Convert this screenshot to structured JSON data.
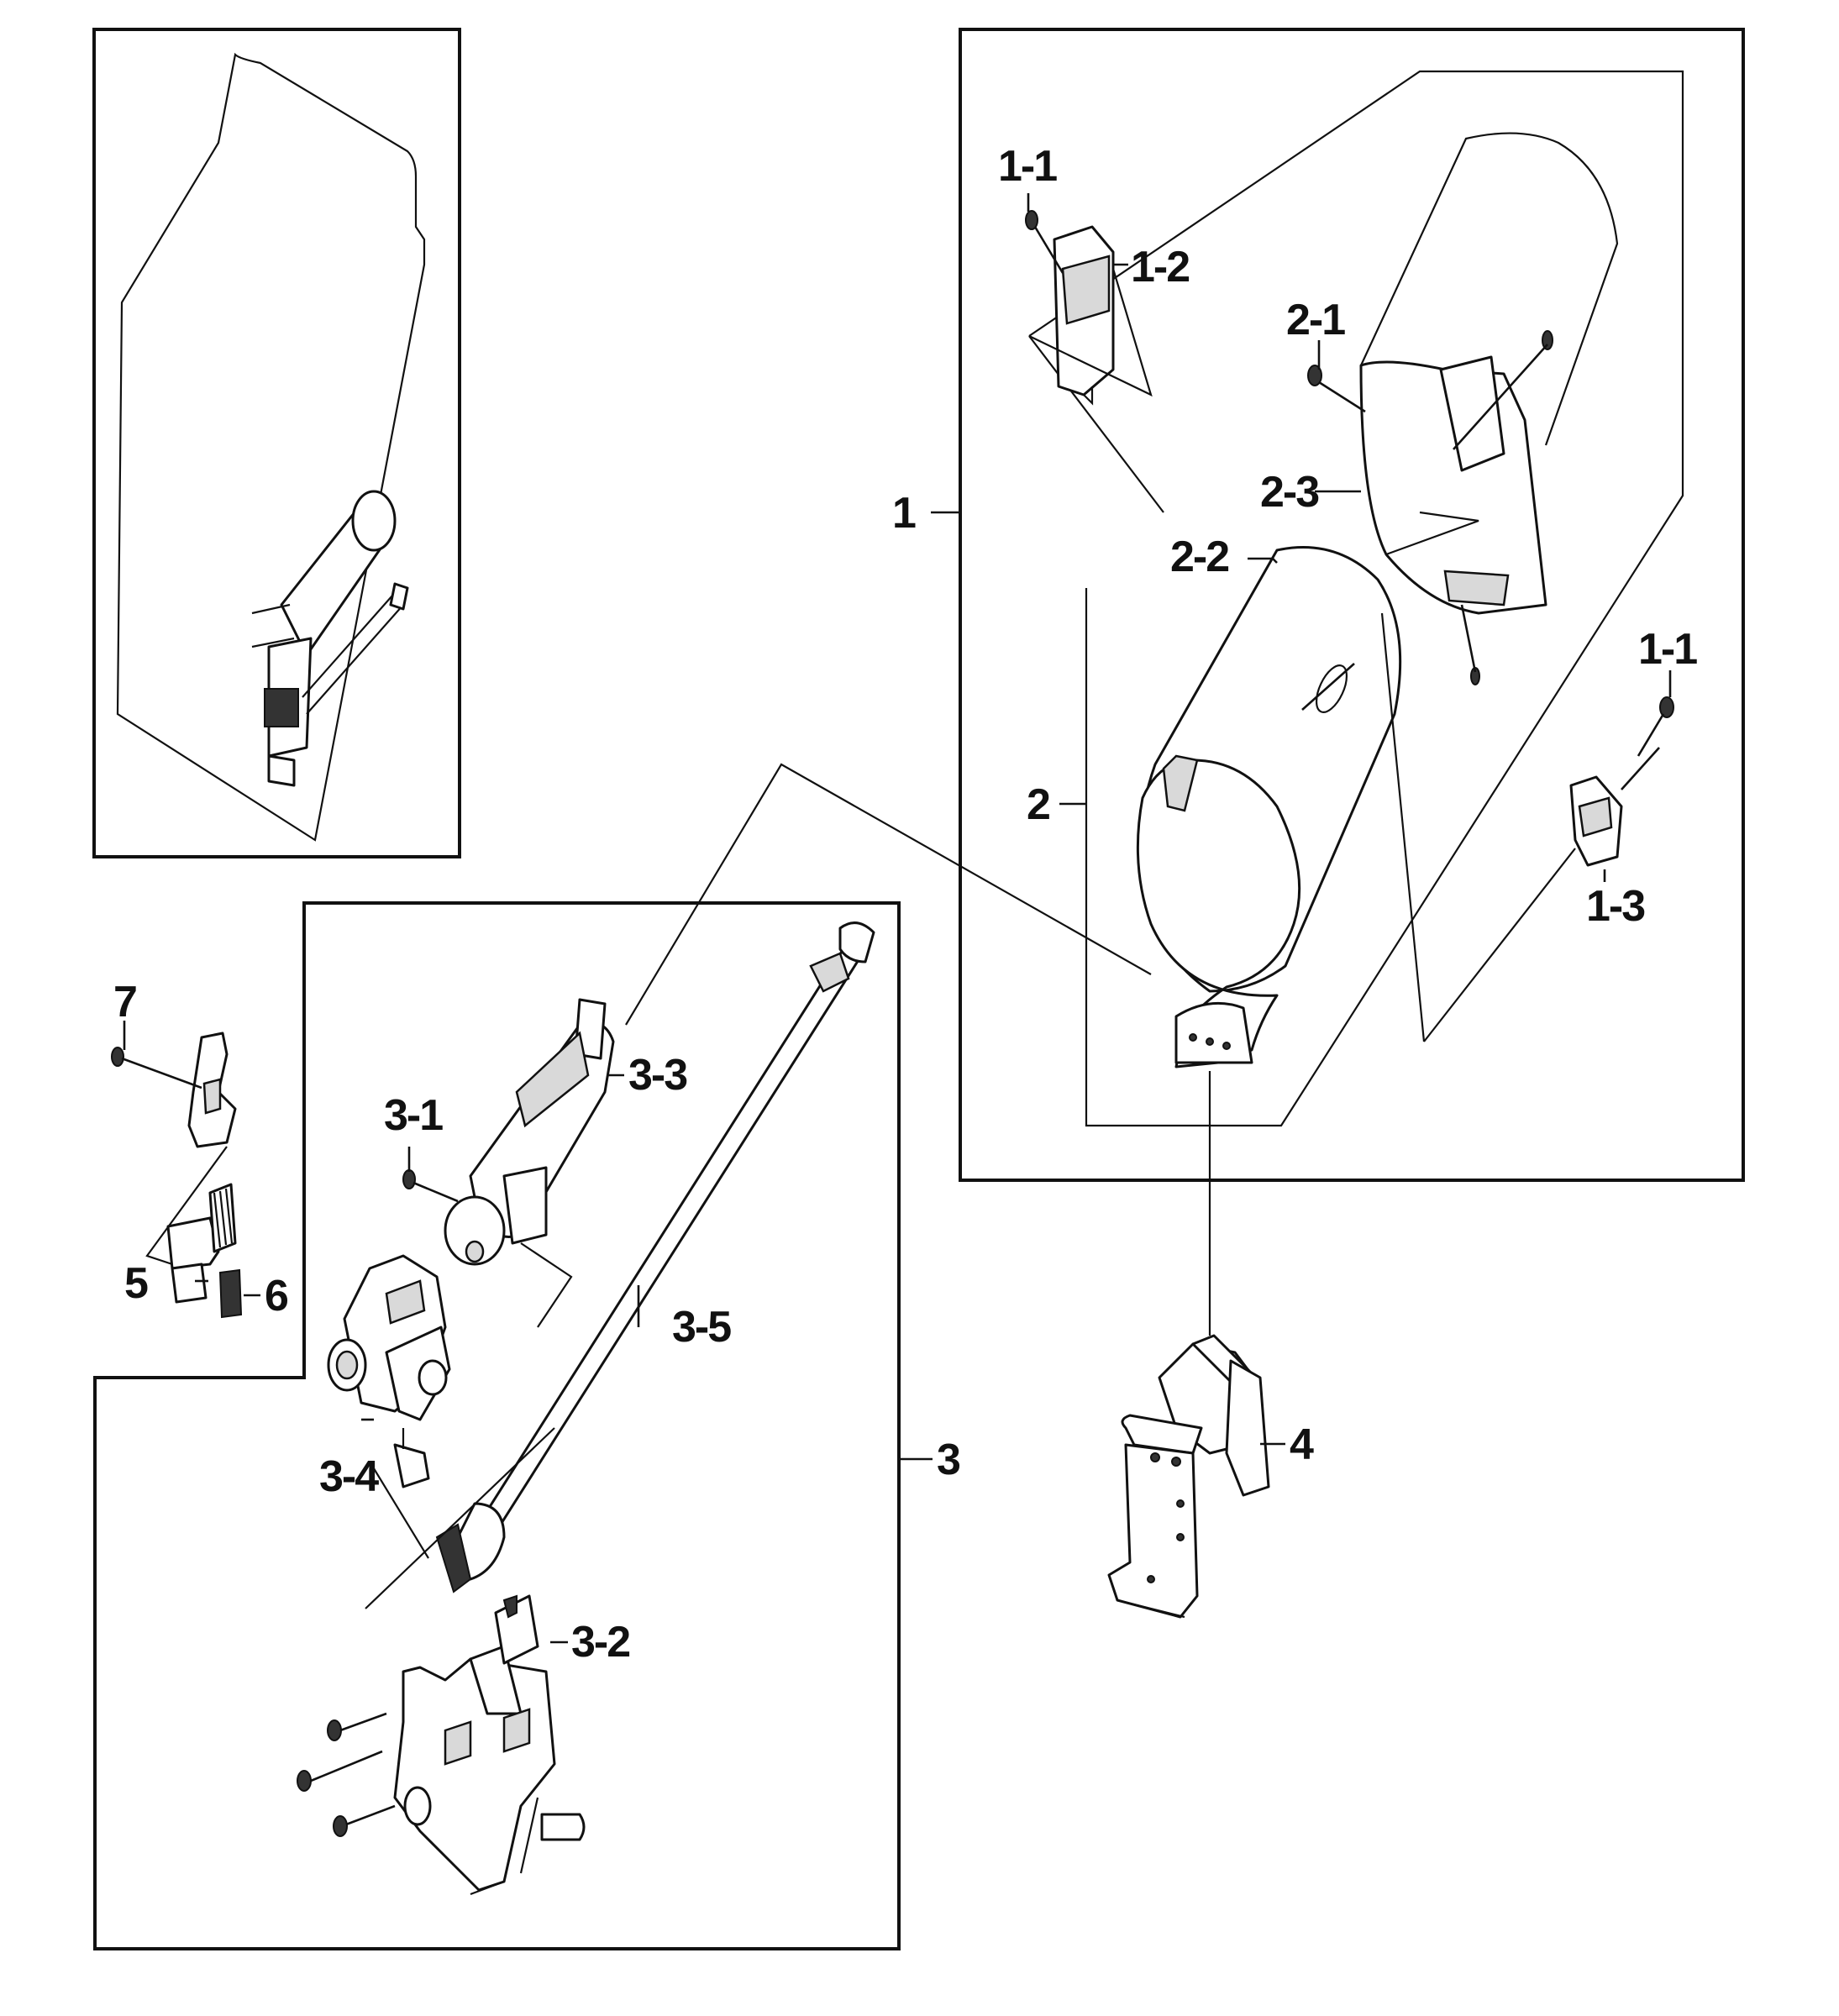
{
  "labels": {
    "l1": "1",
    "l1_1a": "1-1",
    "l1_1b": "1-1",
    "l1_2": "1-2",
    "l1_3": "1-3",
    "l2": "2",
    "l2_1": "2-1",
    "l2_2": "2-2",
    "l2_3": "2-3",
    "l3": "3",
    "l3_1": "3-1",
    "l3_2": "3-2",
    "l3_3": "3-3",
    "l3_4": "3-4",
    "l3_5": "3-5",
    "l4": "4",
    "l5": "5",
    "l6": "6",
    "l7": "7"
  },
  "colors": {
    "line": "#111111",
    "background": "#ffffff",
    "shade": "#d9d9d9"
  }
}
